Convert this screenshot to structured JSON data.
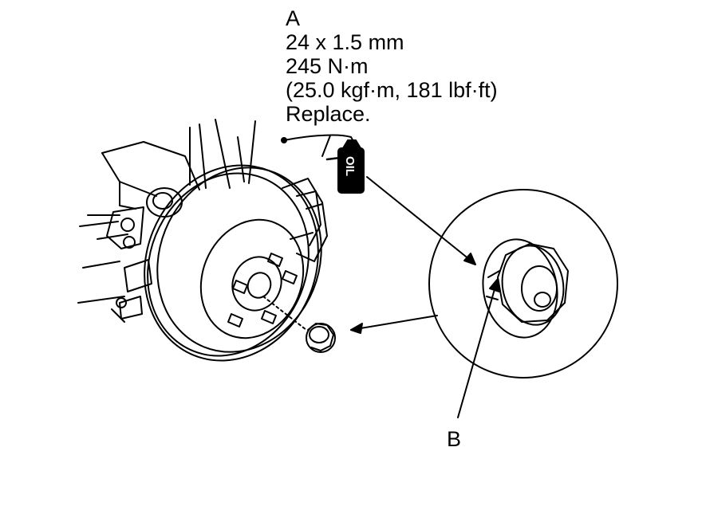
{
  "callout_a": {
    "letter": "A",
    "size": "24 x 1.5 mm",
    "torque": "245 N·m",
    "torque_alt": "(25.0 kgf·m, 181 lbf·ft)",
    "note": "Replace."
  },
  "callout_b": {
    "letter": "B"
  },
  "oil_can": {
    "label": "OIL"
  },
  "colors": {
    "ink": "#000000",
    "paper": "#ffffff"
  }
}
